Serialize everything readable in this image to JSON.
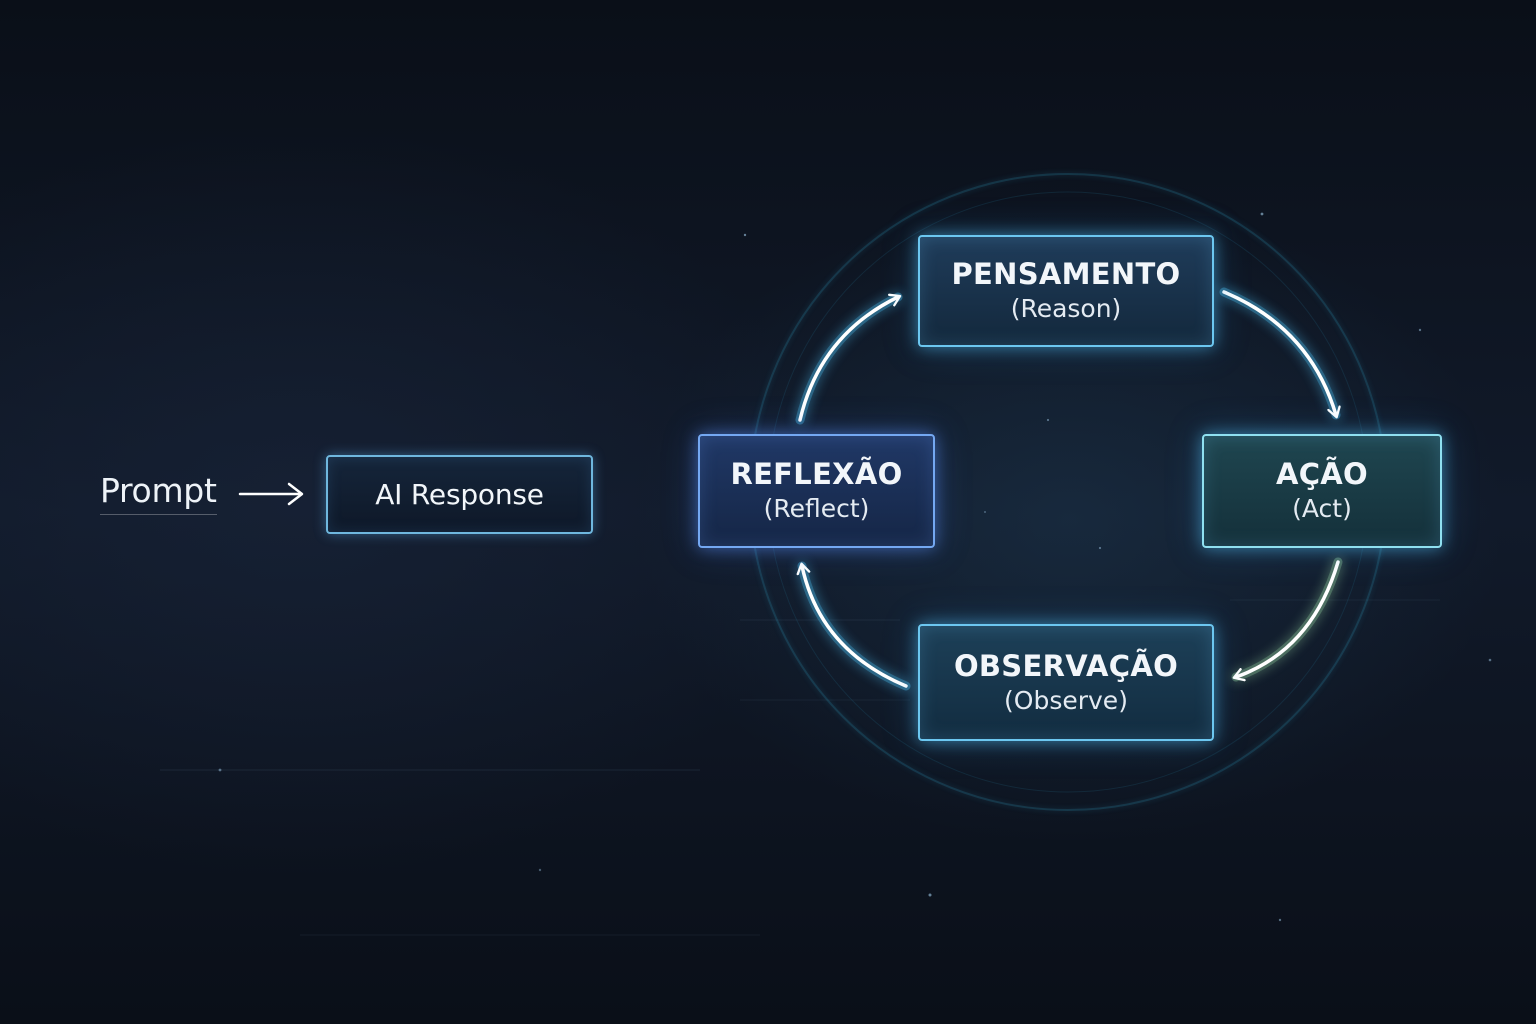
{
  "input": {
    "label": "Prompt",
    "response_label": "AI Response"
  },
  "cycle": {
    "steps": [
      {
        "title": "PENSAMENTO",
        "subtitle": "(Reason)"
      },
      {
        "title": "AÇÃO",
        "subtitle": "(Act)"
      },
      {
        "title": "OBSERVAÇÃO",
        "subtitle": "(Observe)"
      },
      {
        "title": "REFLEXÃO",
        "subtitle": "(Reflect)"
      }
    ]
  },
  "colors": {
    "background": "#0b111b",
    "accent": "#6cc7f0",
    "arrow": "#ffffff",
    "glow": "#4fc3f7"
  },
  "icons": {
    "flow_arrow": "arrow-right-icon"
  }
}
